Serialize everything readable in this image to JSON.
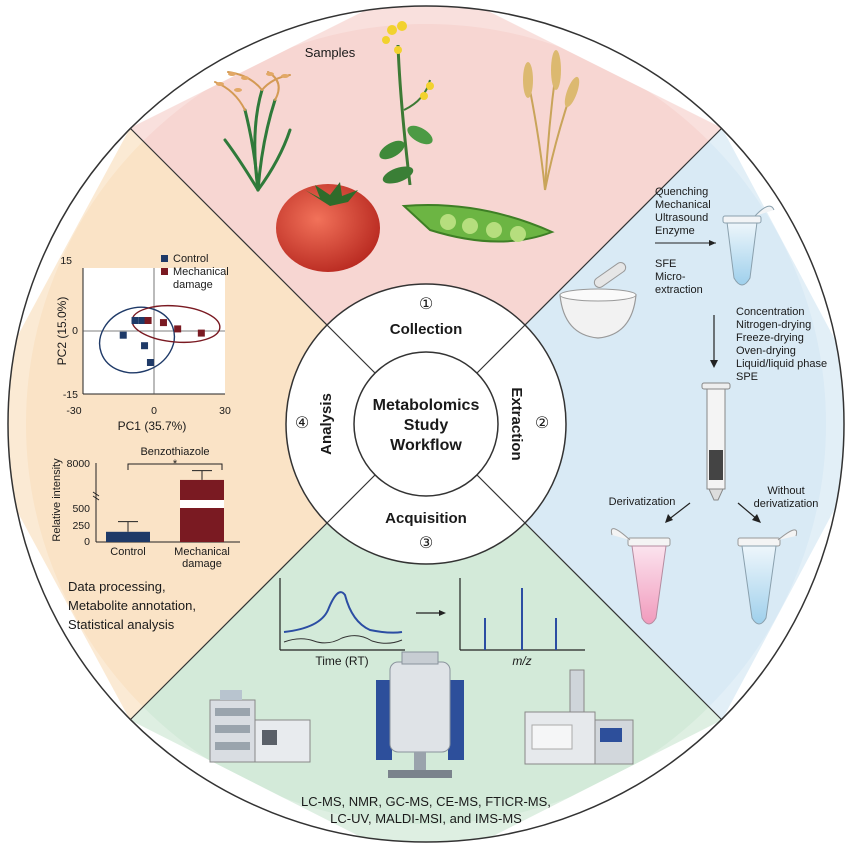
{
  "center": {
    "line1": "Metabolomics",
    "line2": "Study",
    "line3": "Workflow"
  },
  "stages": {
    "collection": {
      "label": "Collection",
      "num": "①"
    },
    "extraction": {
      "label": "Extraction",
      "num": "②"
    },
    "acquisition": {
      "label": "Acquisition",
      "num": "③"
    },
    "analysis": {
      "label": "Analysis",
      "num": "④"
    }
  },
  "samples": {
    "title": "Samples"
  },
  "extraction": {
    "methods1": [
      "Quenching",
      "Mechanical",
      "Ultrasound",
      "Enzyme"
    ],
    "methods2": [
      "SFE",
      "Micro-",
      "extraction"
    ],
    "concentration": [
      "Concentration",
      "Nitrogen-drying",
      "Freeze-drying",
      "Oven-drying",
      "Liquid/liquid phase",
      "SPE"
    ],
    "derivatization": "Derivatization",
    "without": [
      "Without",
      "derivatization"
    ]
  },
  "acquisition": {
    "xlabel_time": "Time (RT)",
    "xlabel_mz": "m/z",
    "techniques_line1": "LC-MS, NMR, GC-MS, CE-MS, FTICR-MS,",
    "techniques_line2": "LC-UV, MALDI-MSI, and IMS-MS"
  },
  "analysis": {
    "steps": [
      "Data processing,",
      "Metabolite annotation,",
      "Statistical analysis"
    ]
  },
  "chart_data": [
    {
      "type": "scatter",
      "xlabel": "PC1 (35.7%)",
      "ylabel": "PC2 (15.0%)",
      "xlim": [
        -30,
        30
      ],
      "ylim": [
        -15,
        15
      ],
      "xticks": [
        "-30",
        "0",
        "30"
      ],
      "yticks": [
        "15",
        "0",
        "-15"
      ],
      "legend_position": "top-right",
      "series": [
        {
          "name": "Control",
          "color": "#1f3a68",
          "x": [
            -13,
            -8,
            -5,
            -4,
            -1.5
          ],
          "y": [
            -1,
            2.5,
            2.5,
            -3.5,
            -7.5
          ]
        },
        {
          "name": "Mechanical damage",
          "color": "#7a1a22",
          "x": [
            -2.5,
            4,
            10,
            20
          ],
          "y": [
            2.5,
            2,
            0.5,
            -0.5
          ]
        }
      ]
    },
    {
      "type": "bar",
      "title": "Benzothiazole",
      "ylabel": "Relative intensity",
      "categories": [
        "Control",
        "Mechanical damage"
      ],
      "yticks": [
        "8000",
        "500",
        "250",
        "0"
      ],
      "values": [
        150,
        4800
      ],
      "errors": [
        150,
        2000
      ],
      "significance": "*",
      "colors": [
        "#1f3a68",
        "#7a1a22"
      ]
    }
  ]
}
